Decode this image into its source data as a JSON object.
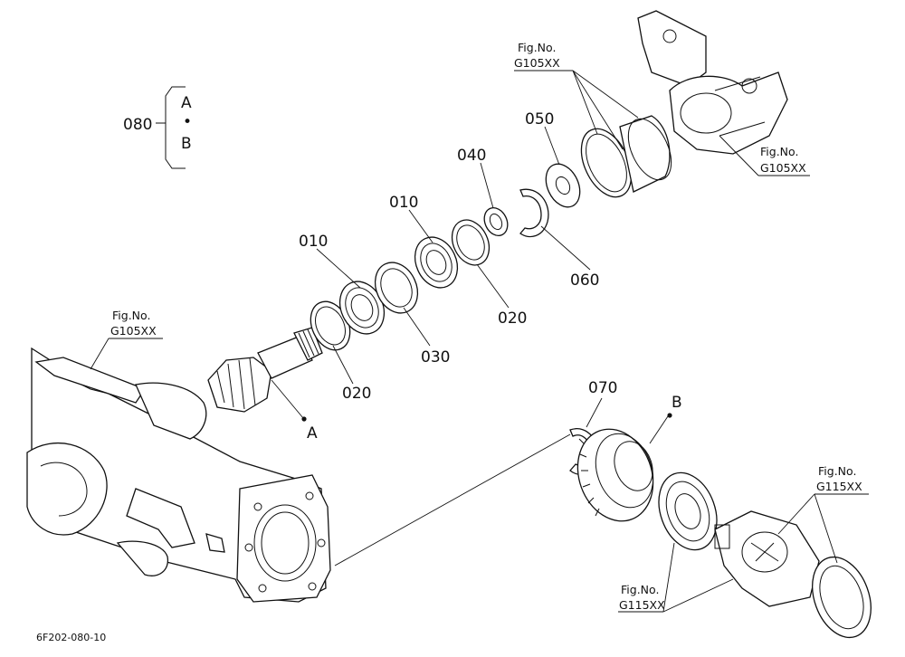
{
  "group": {
    "number": "080",
    "sub_a": "A",
    "dot": "•",
    "sub_b": "B"
  },
  "callouts": {
    "p010_a": "010",
    "p010_b": "010",
    "p020_a": "020",
    "p020_b": "020",
    "p030": "030",
    "p040": "040",
    "p050": "050",
    "p060": "060",
    "p070": "070",
    "point_a": "A",
    "point_b": "B"
  },
  "fig_refs": {
    "top_center": {
      "line1": "Fig.No.",
      "line2": "G105XX"
    },
    "top_right": {
      "line1": "Fig.No.",
      "line2": "G105XX"
    },
    "left": {
      "line1": "Fig.No.",
      "line2": "G105XX"
    },
    "bottom_right": {
      "line1": "Fig.No.",
      "line2": "G115XX"
    },
    "bottom_center": {
      "line1": "Fig.No.",
      "line2": "G115XX"
    }
  },
  "drawing_code": "6F202-080-10"
}
